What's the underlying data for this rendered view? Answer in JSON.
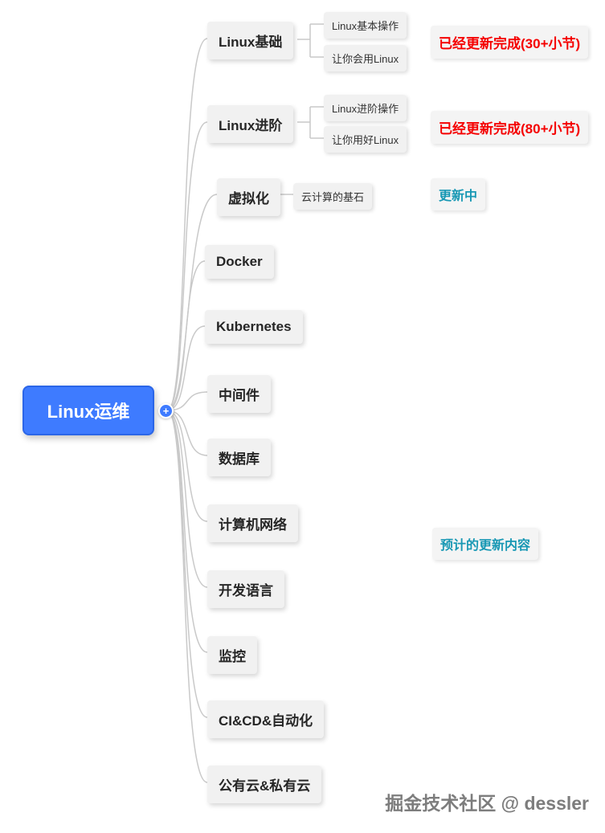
{
  "root": {
    "label": "Linux运维",
    "plus": "+"
  },
  "branches": [
    {
      "label": "Linux基础"
    },
    {
      "label": "Linux进阶"
    },
    {
      "label": "虚拟化"
    },
    {
      "label": "Docker"
    },
    {
      "label": "Kubernetes"
    },
    {
      "label": "中间件"
    },
    {
      "label": "数据库"
    },
    {
      "label": "计算机网络"
    },
    {
      "label": "开发语言"
    },
    {
      "label": "监控"
    },
    {
      "label": "CI&CD&自动化"
    },
    {
      "label": "公有云&私有云"
    }
  ],
  "subnodes": {
    "basic_1": "Linux基本操作",
    "basic_2": "让你会用Linux",
    "adv_1": "Linux进阶操作",
    "adv_2": "让你用好Linux",
    "virt_1": "云计算的基石"
  },
  "annotations": {
    "basic_status": "已经更新完成(30+小节)",
    "adv_status": "已经更新完成(80+小节)",
    "virt_status": "更新中",
    "planned": "预计的更新内容"
  },
  "watermark": "掘金技术社区 @ dessler",
  "colors": {
    "root_bg": "#3e7bff",
    "node_bg": "#f1f1f1",
    "status_done": "#f50000",
    "status_progress": "#1898b4",
    "connector": "#c9c9c9"
  }
}
